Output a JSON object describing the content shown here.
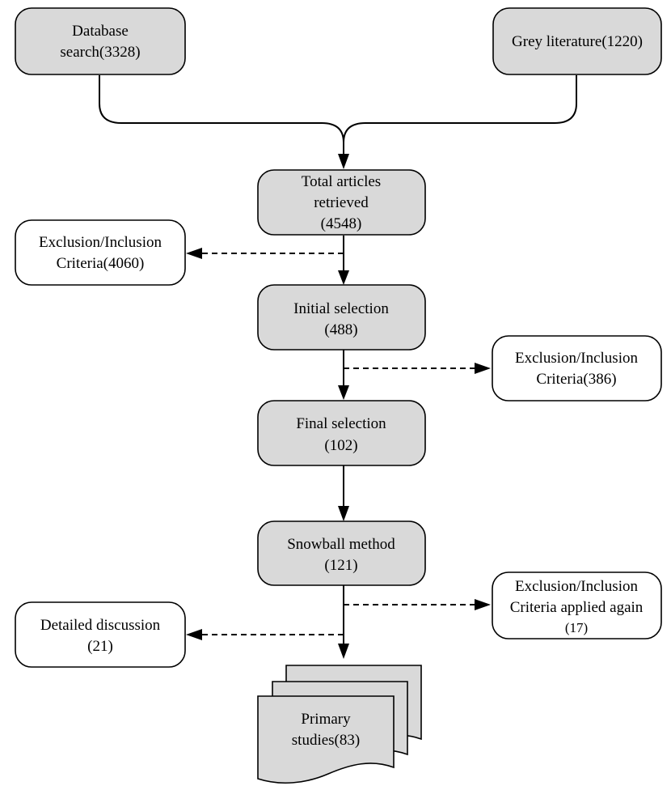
{
  "nodes": {
    "database_search": {
      "lines": [
        "Database",
        "search(3328)"
      ]
    },
    "grey_literature": {
      "lines": [
        "Grey literature(1220)"
      ]
    },
    "total_articles": {
      "lines": [
        "Total articles",
        "retrieved",
        "(4548)"
      ]
    },
    "exclusion_1": {
      "lines": [
        "Exclusion/Inclusion",
        "Criteria(4060)"
      ]
    },
    "initial_selection": {
      "lines": [
        "Initial selection",
        "(488)"
      ]
    },
    "exclusion_2": {
      "lines": [
        "Exclusion/Inclusion",
        "Criteria(386)"
      ]
    },
    "final_selection": {
      "lines": [
        "Final selection",
        "(102)"
      ]
    },
    "snowball": {
      "lines": [
        "Snowball method",
        "(121)"
      ]
    },
    "exclusion_3": {
      "lines": [
        "Exclusion/Inclusion",
        "Criteria applied again",
        "(17)"
      ]
    },
    "detailed_discussion": {
      "lines": [
        "Detailed discussion",
        "(21)"
      ]
    },
    "primary_studies": {
      "lines": [
        "Primary",
        "studies(83)"
      ]
    }
  },
  "colors": {
    "process_fill": "#d9d9d9",
    "outcome_fill": "#ffffff",
    "stroke": "#000000"
  }
}
